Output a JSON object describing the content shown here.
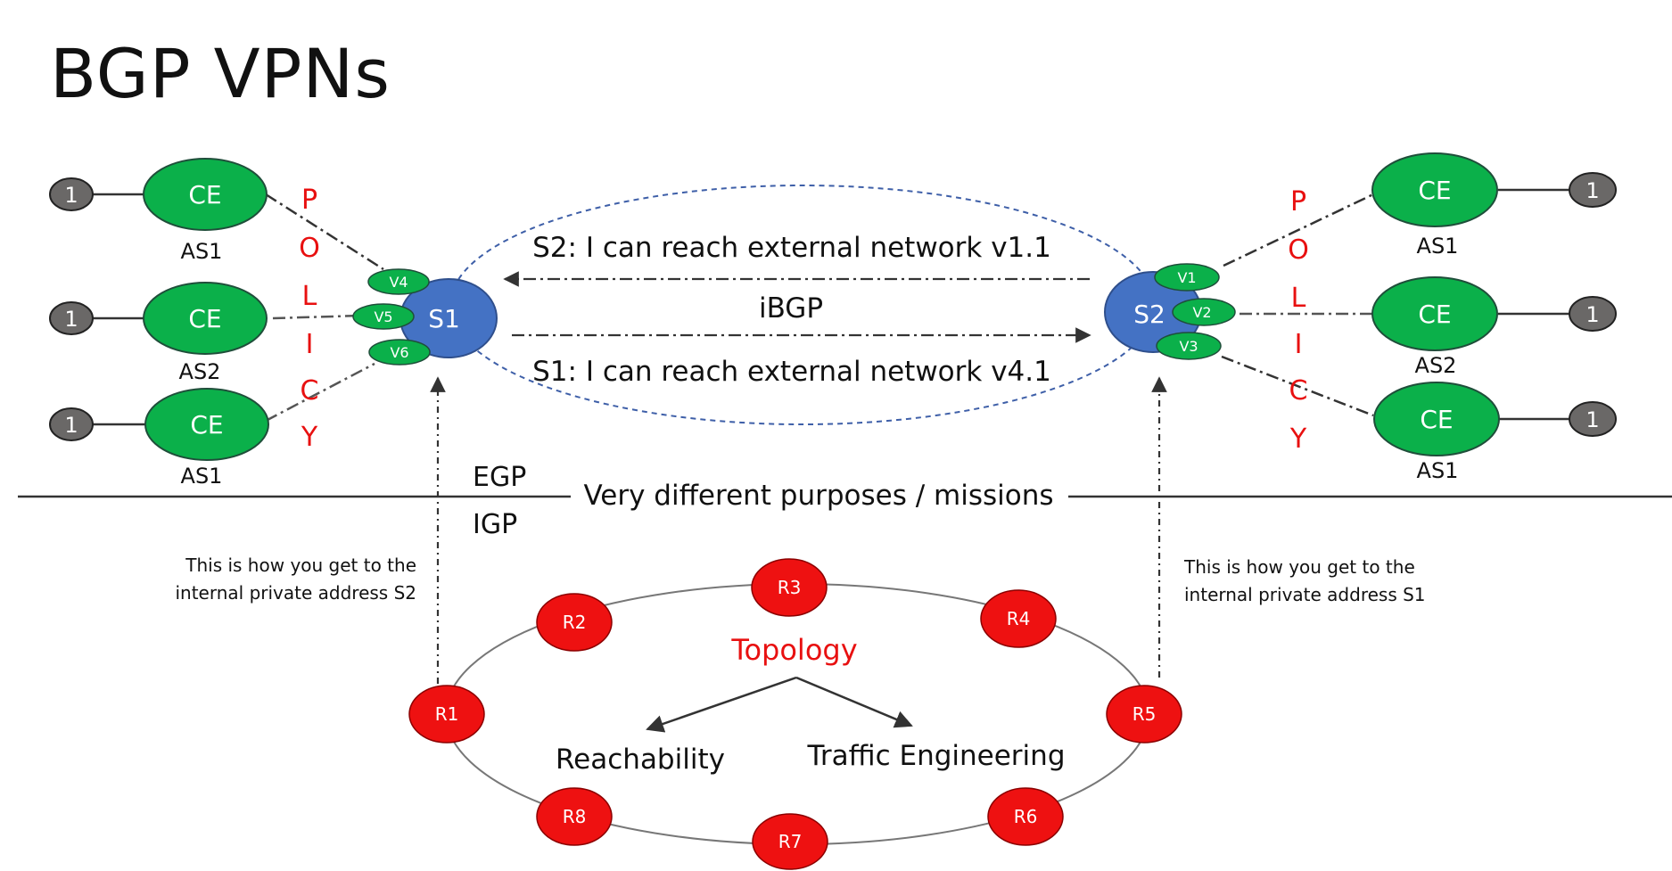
{
  "title": "BGP VPNs",
  "left": {
    "ces": [
      {
        "label": "CE",
        "as": "AS1",
        "endpoint": "1"
      },
      {
        "label": "CE",
        "as": "AS2",
        "endpoint": "1"
      },
      {
        "label": "CE",
        "as": "AS1",
        "endpoint": "1"
      }
    ],
    "vrfs": [
      "V4",
      "V5",
      "V6"
    ],
    "speaker": "S1",
    "policy_letters": [
      "P",
      "O",
      "L",
      "I",
      "C",
      "Y"
    ],
    "note_line1": "This is how you get to the",
    "note_line2": "internal private address S2"
  },
  "right": {
    "ces": [
      {
        "label": "CE",
        "as": "AS1",
        "endpoint": "1"
      },
      {
        "label": "CE",
        "as": "AS2",
        "endpoint": "1"
      },
      {
        "label": "CE",
        "as": "AS1",
        "endpoint": "1"
      }
    ],
    "vrfs": [
      "V1",
      "V2",
      "V3"
    ],
    "speaker": "S2",
    "policy_letters": [
      "P",
      "O",
      "L",
      "I",
      "C",
      "Y"
    ],
    "note_line1": "This is how you get to the",
    "note_line2": "internal private address S1"
  },
  "ibgp": {
    "label": "iBGP",
    "msg_top": "S2: I can reach external network v1.1",
    "msg_bottom": "S1: I can reach external network v4.1"
  },
  "divider": {
    "egp": "EGP",
    "igp": "IGP",
    "caption": "Very different purposes / missions"
  },
  "ring": {
    "routers": [
      "R1",
      "R2",
      "R3",
      "R4",
      "R5",
      "R6",
      "R7",
      "R8"
    ],
    "topology": "Topology",
    "reachability": "Reachability",
    "traffic_engineering": "Traffic Engineering"
  },
  "colors": {
    "ce_green": "#0bb04a",
    "speaker_blue": "#4472c4",
    "router_red": "#ee1111",
    "policy_red": "#e81010",
    "endpoint_grey": "#6a6867"
  }
}
